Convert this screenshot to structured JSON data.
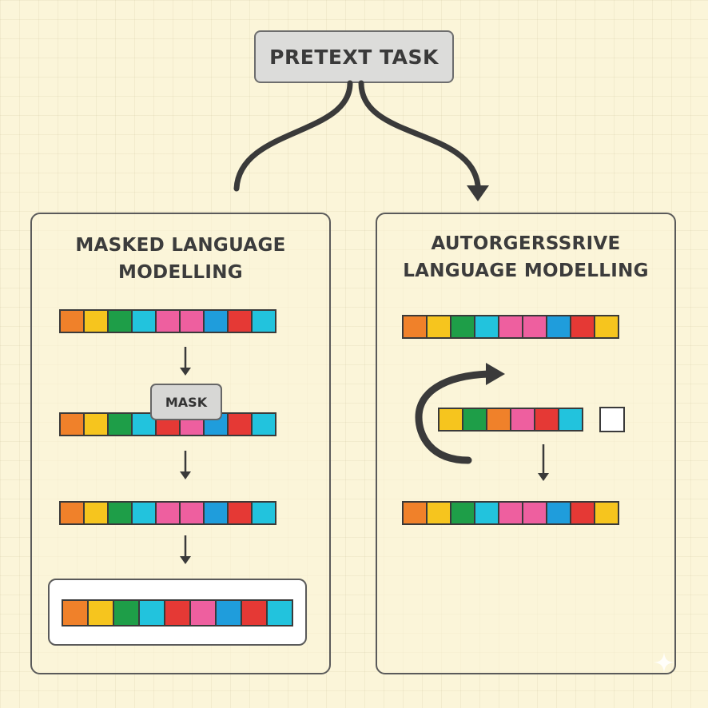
{
  "title": "PRETEXT TASK",
  "palette": {
    "orange": "#f0812a",
    "yellow": "#f6c51e",
    "green": "#1e9e48",
    "cyan": "#22c3dd",
    "pink": "#ee5f9f",
    "blue": "#1f9ddc",
    "red": "#e53935"
  },
  "left_panel": {
    "title_line1": "MASKED LANGUAGE",
    "title_line2": "MODELLING",
    "mask_label": "MASK",
    "rows": [
      [
        "orange",
        "yellow",
        "green",
        "cyan",
        "pink",
        "pink",
        "blue",
        "red",
        "cyan"
      ],
      [
        "orange",
        "yellow",
        "green",
        "cyan",
        "red",
        "pink",
        "blue",
        "red",
        "cyan"
      ],
      [
        "orange",
        "yellow",
        "green",
        "cyan",
        "pink",
        "pink",
        "blue",
        "red",
        "cyan"
      ],
      [
        "orange",
        "yellow",
        "green",
        "cyan",
        "red",
        "pink",
        "blue",
        "red",
        "cyan"
      ]
    ]
  },
  "right_panel": {
    "title_line1": "AUTORGERSSRIVE",
    "title_line2": "LANGUAGE MODELLING",
    "rows": [
      [
        "orange",
        "yellow",
        "green",
        "cyan",
        "pink",
        "pink",
        "blue",
        "red",
        "yellow"
      ],
      [
        "yellow",
        "green",
        "orange",
        "pink",
        "red",
        "cyan"
      ],
      [
        "orange",
        "yellow",
        "green",
        "cyan",
        "pink",
        "pink",
        "blue",
        "red",
        "yellow"
      ]
    ]
  }
}
